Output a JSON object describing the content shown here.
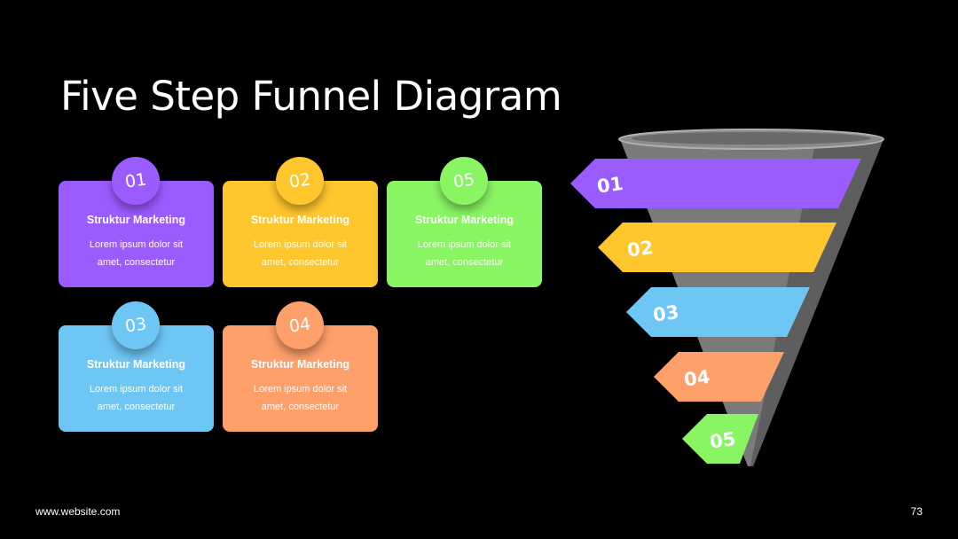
{
  "title": "Five Step Funnel Diagram",
  "colors": {
    "purple": "#9b5cff",
    "yellow": "#ffc62e",
    "green": "#8af563",
    "blue": "#6ec6f5",
    "orange": "#ff9f6a",
    "funnel": "#7a7a7a"
  },
  "cards": [
    {
      "number": "01",
      "title": "Struktur Marketing",
      "line1": "Lorem ipsum dolor sit",
      "line2": "amet, consectetur"
    },
    {
      "number": "02",
      "title": "Struktur Marketing",
      "line1": "Lorem ipsum dolor sit",
      "line2": "amet, consectetur"
    },
    {
      "number": "05",
      "title": "Struktur Marketing",
      "line1": "Lorem ipsum dolor sit",
      "line2": "amet, consectetur"
    },
    {
      "number": "03",
      "title": "Struktur Marketing",
      "line1": "Lorem ipsum dolor sit",
      "line2": "amet, consectetur"
    },
    {
      "number": "04",
      "title": "Struktur Marketing",
      "line1": "Lorem ipsum dolor sit",
      "line2": "amet, consectetur"
    }
  ],
  "funnel_steps": [
    {
      "label": "01"
    },
    {
      "label": "02"
    },
    {
      "label": "03"
    },
    {
      "label": "04"
    },
    {
      "label": "05"
    }
  ],
  "footer": {
    "website": "www.website.com",
    "page_number": "73"
  }
}
